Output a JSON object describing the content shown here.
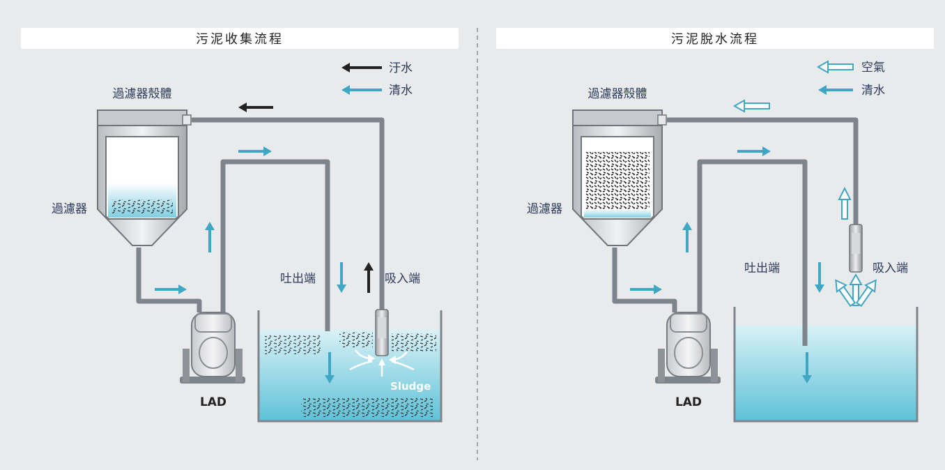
{
  "left": {
    "title": "污泥收集流程",
    "legend": [
      {
        "label": "汙水",
        "color": "#222222"
      },
      {
        "label": "清水",
        "color": "#3fa6c4"
      }
    ],
    "housing_label": "過濾器殼體",
    "filter_label": "過濾器",
    "discharge_label": "吐出端",
    "suction_label": "吸入端",
    "sludge_label": "Sludge",
    "pump_label": "LAD"
  },
  "right": {
    "title": "污泥脫水流程",
    "legend": [
      {
        "label": "空氣",
        "color": "#3fa6c4",
        "style": "outline"
      },
      {
        "label": "清水",
        "color": "#3fa6c4"
      }
    ],
    "housing_label": "過濾器殼體",
    "filter_label": "過濾器",
    "discharge_label": "吐出端",
    "suction_label": "吸入端",
    "pump_label": "LAD"
  },
  "colors": {
    "pipe": "#7e848c",
    "water": "#6cc7da",
    "clean_arrow": "#3fa6c4",
    "dirty_arrow": "#222222"
  }
}
